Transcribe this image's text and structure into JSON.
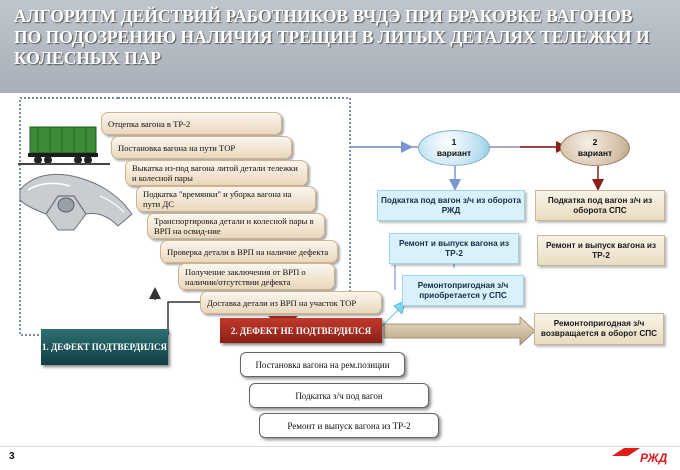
{
  "title": "АЛГОРИТМ ДЕЙСТВИЙ РАБОТНИКОВ ВЧДЭ ПРИ БРАКОВКЕ ВАГОНОВ ПО ПОДОЗРЕНИЮ НАЛИЧИЯ ТРЕЩИН В ЛИТЫХ ДЕТАЛЯХ ТЕЛЕЖКИ И КОЛЕСНЫХ ПАР",
  "steps": [
    "Отцепка вагона в ТР-2",
    "Постановка вагона на пути ТОР",
    "Выкатка из-под вагона литой детали тележки и колесной пары",
    "Подкатка \"времянки\" и уборка вагона на пути ДС",
    "Транспортировка детали  и колесной пары в  ВРП на освид-ние",
    "Проверка детали в ВРП на наличие дефекта",
    "Получение заключения от ВРП о наличии/отсутствии дефекта",
    "Доставка детали из ВРП на участок ТОР"
  ],
  "defect_confirmed": "1. ДЕФЕКТ ПОДТВЕРДИЛСЯ",
  "defect_not_confirmed": "2. ДЕФЕКТ НЕ ПОДТВЕРДИЛСЯ",
  "bottom_steps": [
    "Постановка вагона на рем.позиции",
    "Подкатка з/ч под вагон",
    "Ремонт и выпуск вагона из ТР-2"
  ],
  "variant1": {
    "number": "1",
    "label": "вариант",
    "box1": "Подкатка под вагон з/ч из оборота РЖД",
    "box2": "Ремонт и выпуск вагона из ТР-2",
    "box3": "Ремонтопригодная з/ч приобретается у СПС"
  },
  "variant2": {
    "number": "2",
    "label": "вариант",
    "box1": "Подкатка под вагон з/ч из оборота СПС",
    "box2": "Ремонт и выпуск вагона из ТР-2",
    "box3": "Ремонтопригодная з/ч возвращается в оборот СПС"
  },
  "page_number": "3",
  "logo_text": "РЖД",
  "colors": {
    "header": "#b4bac2",
    "step_fill": "#f3e8d6",
    "blue_fill": "#d8f1fb",
    "teal": "#1f5558",
    "red": "#a52a1f",
    "logo_red": "#e21a1a"
  }
}
